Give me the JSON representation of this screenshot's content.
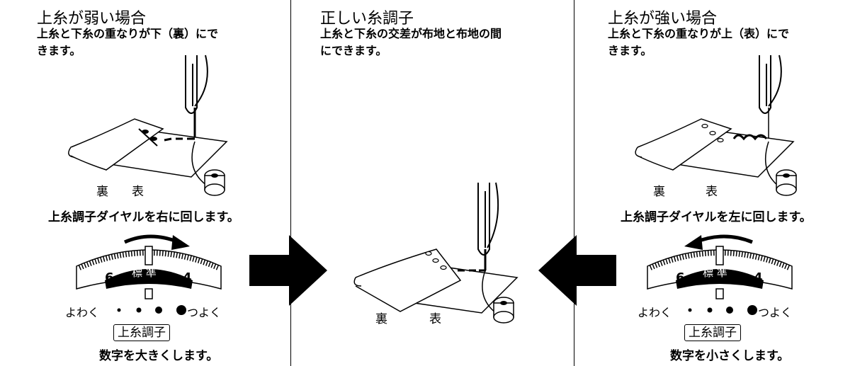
{
  "left": {
    "title": "上糸が弱い場合",
    "desc_line1": "上糸と下糸の重なりが下（裏）にで",
    "desc_line2": "きます。",
    "label_back": "裏",
    "label_front": "表",
    "instruction": "上糸調子ダイヤルを右に回します。",
    "dial_left_num": "6",
    "dial_right_num": "4",
    "dial_center": "標 準",
    "scale_weak": "よわく",
    "scale_strong": "つよく",
    "boxed_label": "上糸調子",
    "result": "数字を大きくします。"
  },
  "middle": {
    "title": "正しい糸調子",
    "desc_line1": "上糸と下糸の交差が布地と布地の間",
    "desc_line2": "にできます。",
    "label_back": "裏",
    "label_front": "表"
  },
  "right": {
    "title": "上糸が強い場合",
    "desc_line1": "上糸と下糸の重なりが上（表）にで",
    "desc_line2": "きます。",
    "label_back": "裏",
    "label_front": "表",
    "instruction": "上糸調子ダイヤルを左に回します。",
    "dial_left_num": "6",
    "dial_right_num": "4",
    "dial_center": "標 準",
    "scale_weak": "よわく",
    "scale_strong": "つよく",
    "boxed_label": "上糸調子",
    "result": "数字を小さくします。"
  },
  "icons": [
    "needle-icon",
    "fabric-icon",
    "bobbin-icon",
    "tension-dial-icon",
    "arrow-right-icon",
    "arrow-left-icon"
  ]
}
